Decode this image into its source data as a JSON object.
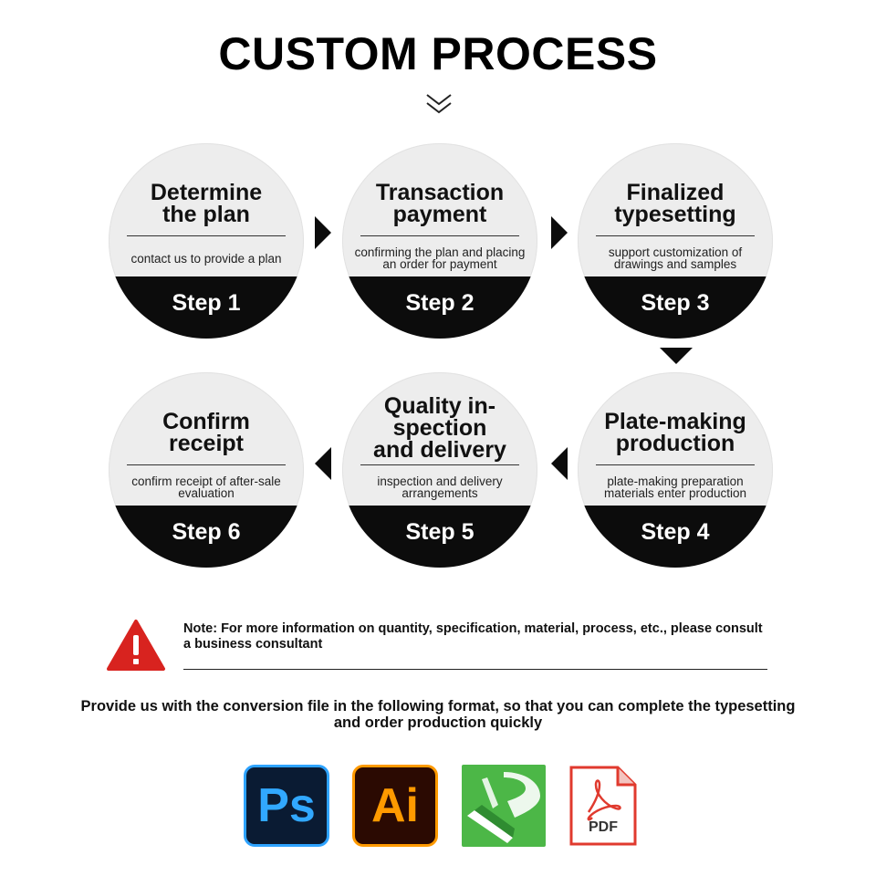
{
  "title": "CUSTOM PROCESS",
  "steps": [
    {
      "title_lines": [
        "Determine",
        "the plan"
      ],
      "desc": "contact us to provide a plan",
      "label": "Step 1"
    },
    {
      "title_lines": [
        "Transaction",
        "payment"
      ],
      "desc": "confirming the plan and placing an order for payment",
      "label": "Step 2"
    },
    {
      "title_lines": [
        "Finalized",
        "typesetting"
      ],
      "desc": "support customization of drawings and samples",
      "label": "Step 3"
    },
    {
      "title_lines": [
        "Plate-making",
        "production"
      ],
      "desc": "plate-making preparation materials enter production",
      "label": "Step 4"
    },
    {
      "title_lines": [
        "Quality in-",
        "spection",
        "and delivery"
      ],
      "desc": "inspection and delivery arrangements",
      "label": "Step 5"
    },
    {
      "title_lines": [
        "Confirm",
        "receipt"
      ],
      "desc": "confirm receipt of after-sale evaluation",
      "label": "Step 6"
    }
  ],
  "note": "Note: For more information on quantity, specification, material, process, etc., please consult a business consultant",
  "format_text": "Provide us with the conversion file in the following format, so that you can complete the typesetting and order production quickly",
  "apps": [
    {
      "label": "Ps",
      "icon": "photoshop-icon",
      "color": "#31a8ff"
    },
    {
      "label": "Ai",
      "icon": "illustrator-icon",
      "color": "#ff9a00"
    },
    {
      "label": "",
      "icon": "coreldraw-icon",
      "color": "#4cb747"
    },
    {
      "label": "PDF",
      "icon": "pdf-icon",
      "color": "#e03a2e"
    }
  ],
  "icons": {
    "warning": "warning-triangle-icon",
    "chevron": "double-chevron-down-icon"
  }
}
